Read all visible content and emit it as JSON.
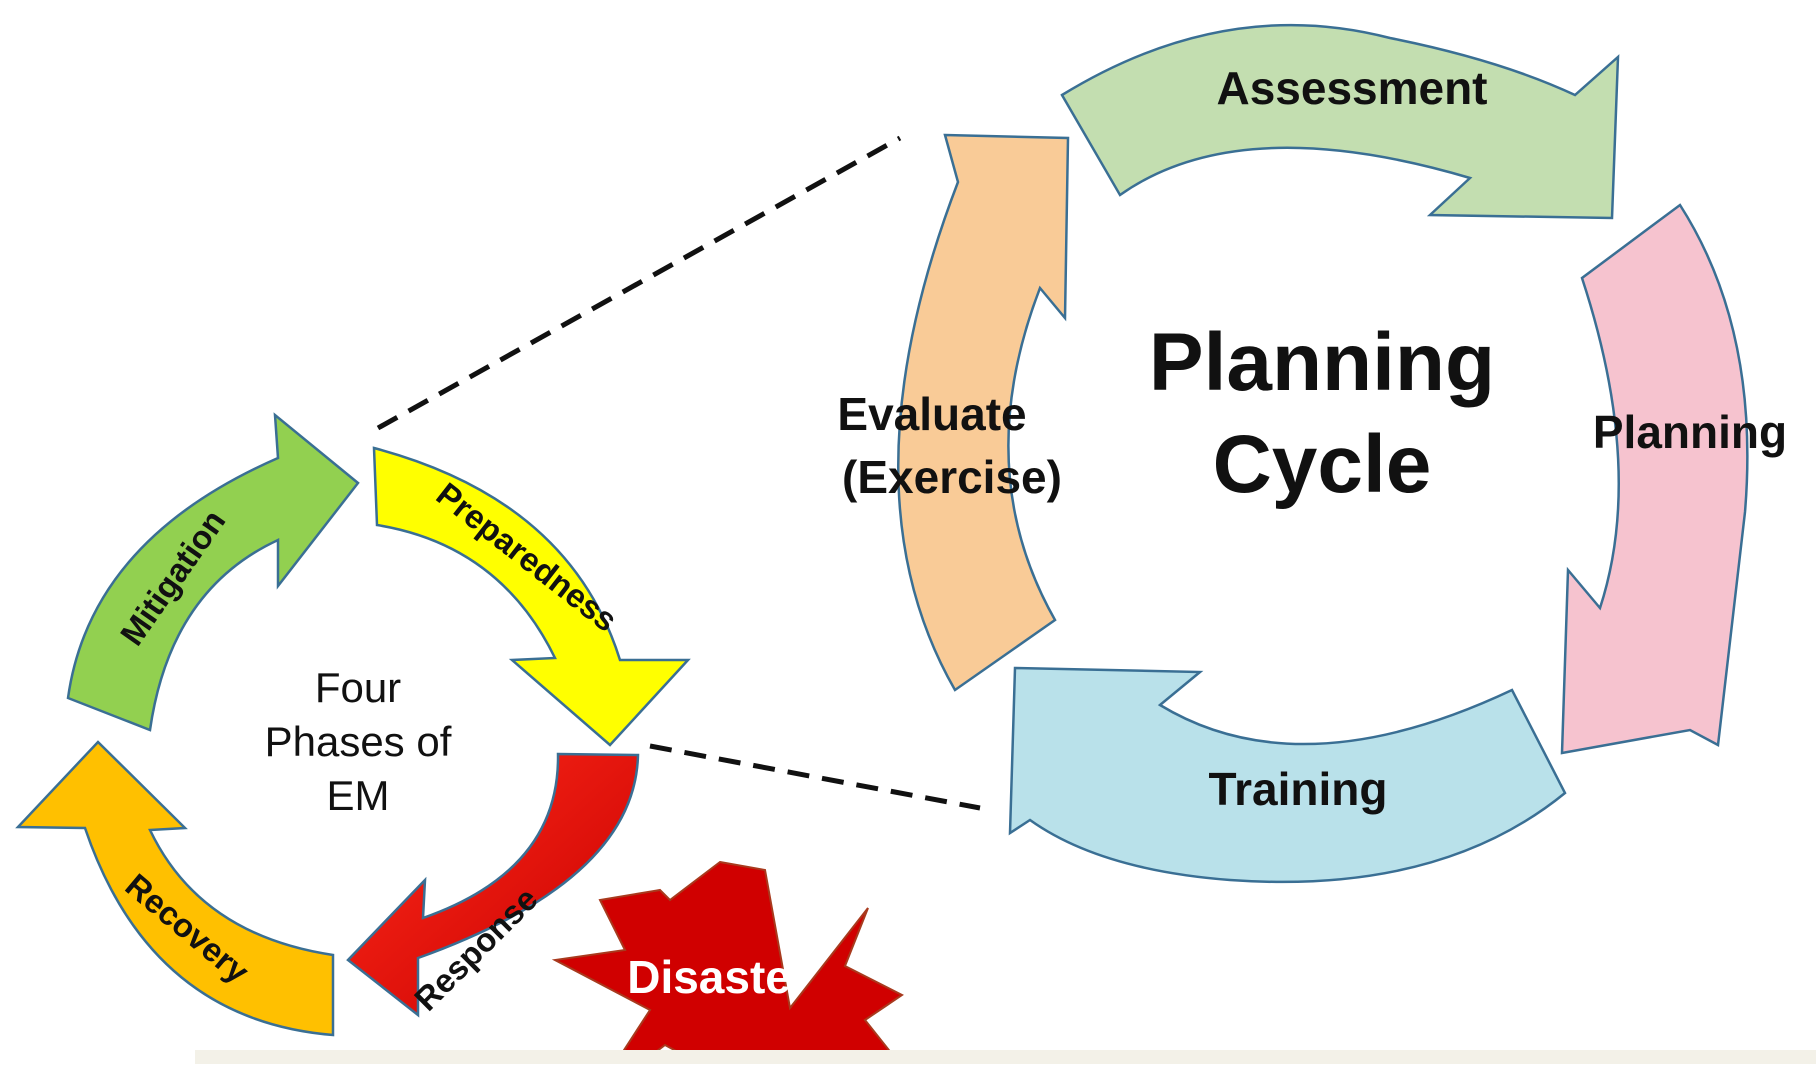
{
  "four_phases": {
    "center_label": [
      "Four",
      "Phases of",
      "EM"
    ],
    "phases": [
      {
        "id": "mitigation",
        "label": "Mitigation",
        "color": "#92d050"
      },
      {
        "id": "preparedness",
        "label": "Preparedness",
        "color": "#ffff00"
      },
      {
        "id": "response",
        "label": "Response",
        "color": "#ff0000"
      },
      {
        "id": "recovery",
        "label": "Recovery",
        "color": "#ffc000"
      }
    ],
    "disaster": {
      "label": "Disaster",
      "color": "#d00000"
    }
  },
  "planning_cycle": {
    "title": [
      "Planning",
      "Cycle"
    ],
    "stages": [
      {
        "id": "assessment",
        "label": [
          "Assessment"
        ],
        "color": "#c3deb0"
      },
      {
        "id": "planning",
        "label": [
          "Planning"
        ],
        "color": "#f6c3cf"
      },
      {
        "id": "training",
        "label": [
          "Training"
        ],
        "color": "#b9e1ea"
      },
      {
        "id": "evaluate",
        "label": [
          "Evaluate",
          "(Exercise)"
        ],
        "color": "#f9cb97"
      }
    ]
  },
  "colors": {
    "outline": "#3a6f94",
    "text": "#111111",
    "connector": "#111111",
    "disaster_text": "#ffffff"
  }
}
